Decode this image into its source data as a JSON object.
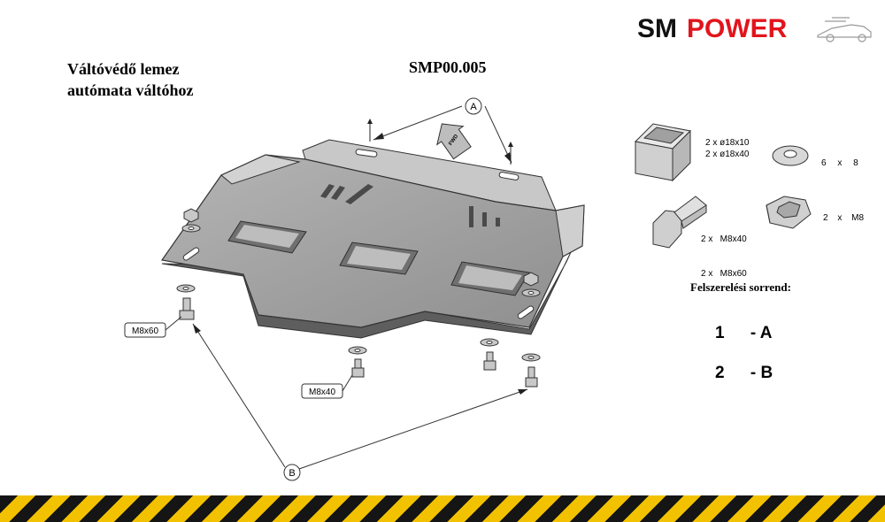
{
  "title": {
    "line1": "Váltóvédő lemez",
    "line2": "autómata váltóhoz"
  },
  "product_code": "SMP00.005",
  "brand": {
    "part1": "SM",
    "part2": "POWER",
    "color1": "#111111",
    "color2": "#e2141c"
  },
  "callouts": {
    "a": "A",
    "b": "B",
    "fwd": "FWD"
  },
  "bolt_labels": {
    "m8x60": "M8x60",
    "m8x40": "M8x40"
  },
  "hardware": {
    "spacer": {
      "line1": "2 x ø18x10",
      "line2": "2 x ø18x40"
    },
    "washer": {
      "qty": "6",
      "x": "x",
      "size": "8"
    },
    "bolt": {
      "line1": "2 x   M8x40",
      "line2": "2 x   M8x60"
    },
    "nut": {
      "qty": "2",
      "x": "x",
      "size": "M8"
    }
  },
  "order": {
    "title": "Felszerelési sorrend:",
    "steps": [
      {
        "num": "1",
        "label": "- A"
      },
      {
        "num": "2",
        "label": "- B"
      }
    ]
  }
}
